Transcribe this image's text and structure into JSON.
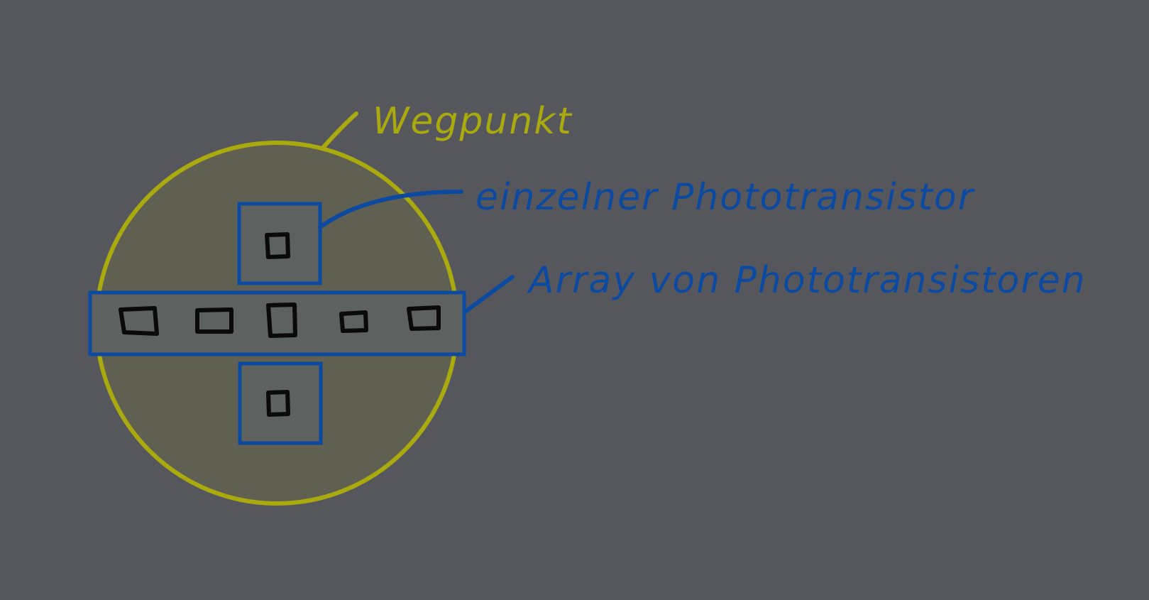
{
  "colors": {
    "background": "#55575c",
    "waypoint": "#aaaa0e",
    "waypoint_fill": "#5f5f52",
    "sensor_blue": "#0b4aa0",
    "box_fill": "#5d6160",
    "transistor": "#0a0a0a"
  },
  "labels": {
    "waypoint": "Wegpunkt",
    "single_transistor": "einzelner Phototransistor",
    "array": "Array von Phototransistoren"
  },
  "components": {
    "array_transistor_count": 5,
    "single_transistor_count": 2
  }
}
